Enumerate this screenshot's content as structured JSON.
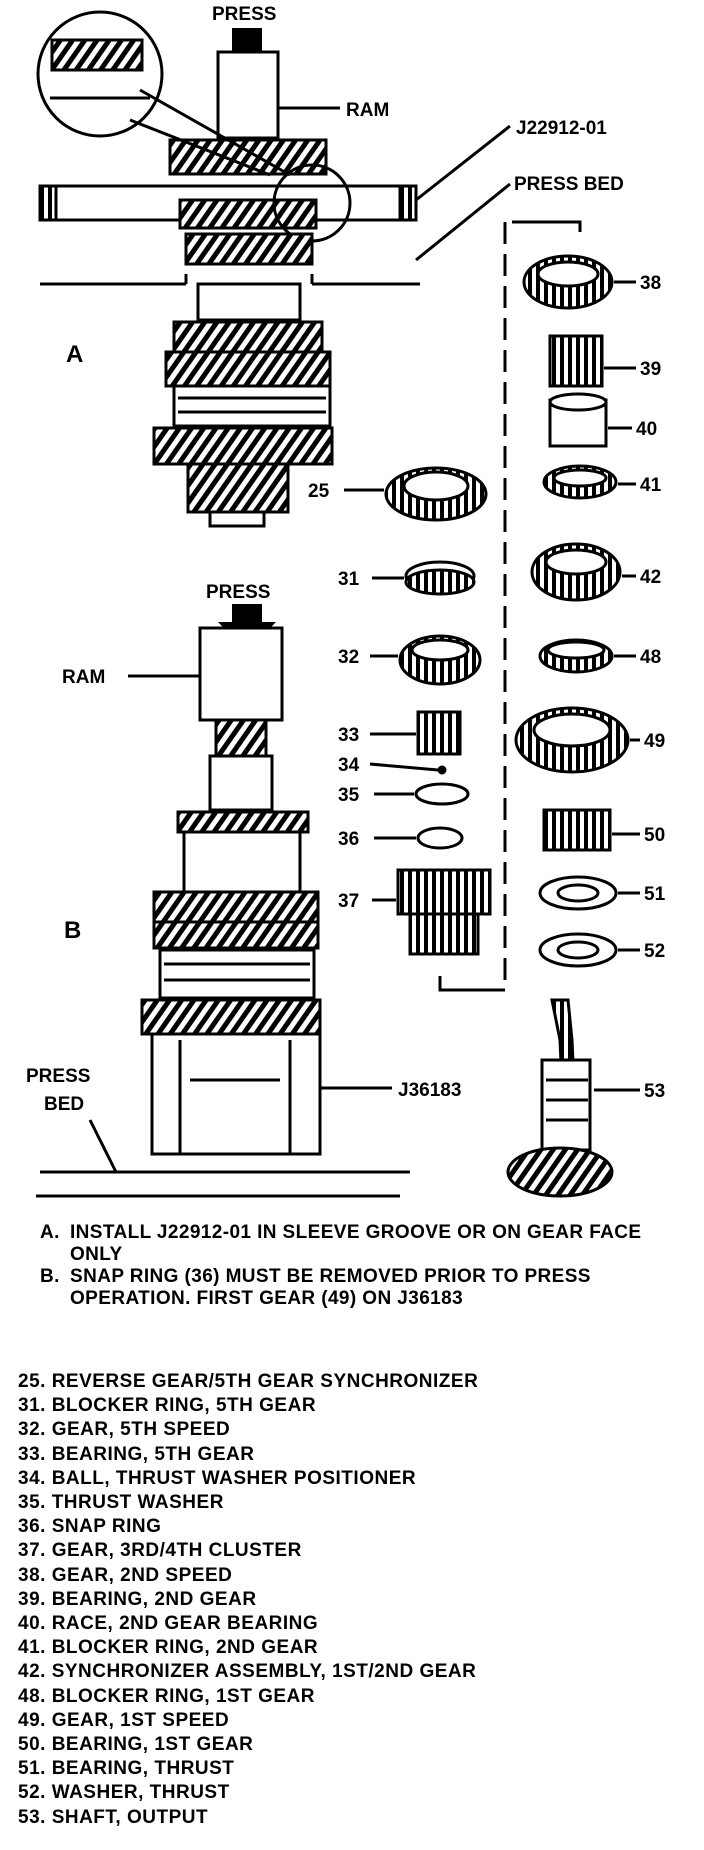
{
  "figure": {
    "view_a": {
      "letter": "A",
      "press": "PRESS",
      "ram": "RAM",
      "tool": "J22912-01",
      "press_bed": "PRESS BED"
    },
    "view_b": {
      "letter": "B",
      "press": "PRESS",
      "ram": "RAM",
      "tool": "J36183",
      "press_bed_line1": "PRESS",
      "press_bed_line2": "BED"
    },
    "callouts": {
      "c25": "25",
      "c31": "31",
      "c32": "32",
      "c33": "33",
      "c34": "34",
      "c35": "35",
      "c36": "36",
      "c37": "37",
      "c38": "38",
      "c39": "39",
      "c40": "40",
      "c41": "41",
      "c42": "42",
      "c48": "48",
      "c49": "49",
      "c50": "50",
      "c51": "51",
      "c52": "52",
      "c53": "53"
    }
  },
  "notes": [
    {
      "key": "A.",
      "text": "INSTALL J22912-01 IN SLEEVE GROOVE OR ON GEAR FACE ONLY"
    },
    {
      "key": "B.",
      "text": "SNAP RING (36) MUST BE REMOVED PRIOR TO PRESS OPERATION. FIRST GEAR (49) ON J36183"
    }
  ],
  "legend": [
    "25. REVERSE GEAR/5TH GEAR SYNCHRONIZER",
    "31. BLOCKER RING, 5TH GEAR",
    "32. GEAR, 5TH SPEED",
    "33. BEARING, 5TH GEAR",
    "34. BALL, THRUST WASHER POSITIONER",
    "35. THRUST WASHER",
    "36. SNAP RING",
    "37. GEAR, 3RD/4TH CLUSTER",
    "38. GEAR, 2ND SPEED",
    "39. BEARING, 2ND GEAR",
    "40. RACE, 2ND GEAR BEARING",
    "41. BLOCKER RING, 2ND GEAR",
    "42. SYNCHRONIZER ASSEMBLY, 1ST/2ND GEAR",
    "48. BLOCKER RING, 1ST GEAR",
    "49. GEAR, 1ST SPEED",
    "50. BEARING, 1ST GEAR",
    "51. BEARING, THRUST",
    "52. WASHER, THRUST",
    "53. SHAFT, OUTPUT"
  ]
}
